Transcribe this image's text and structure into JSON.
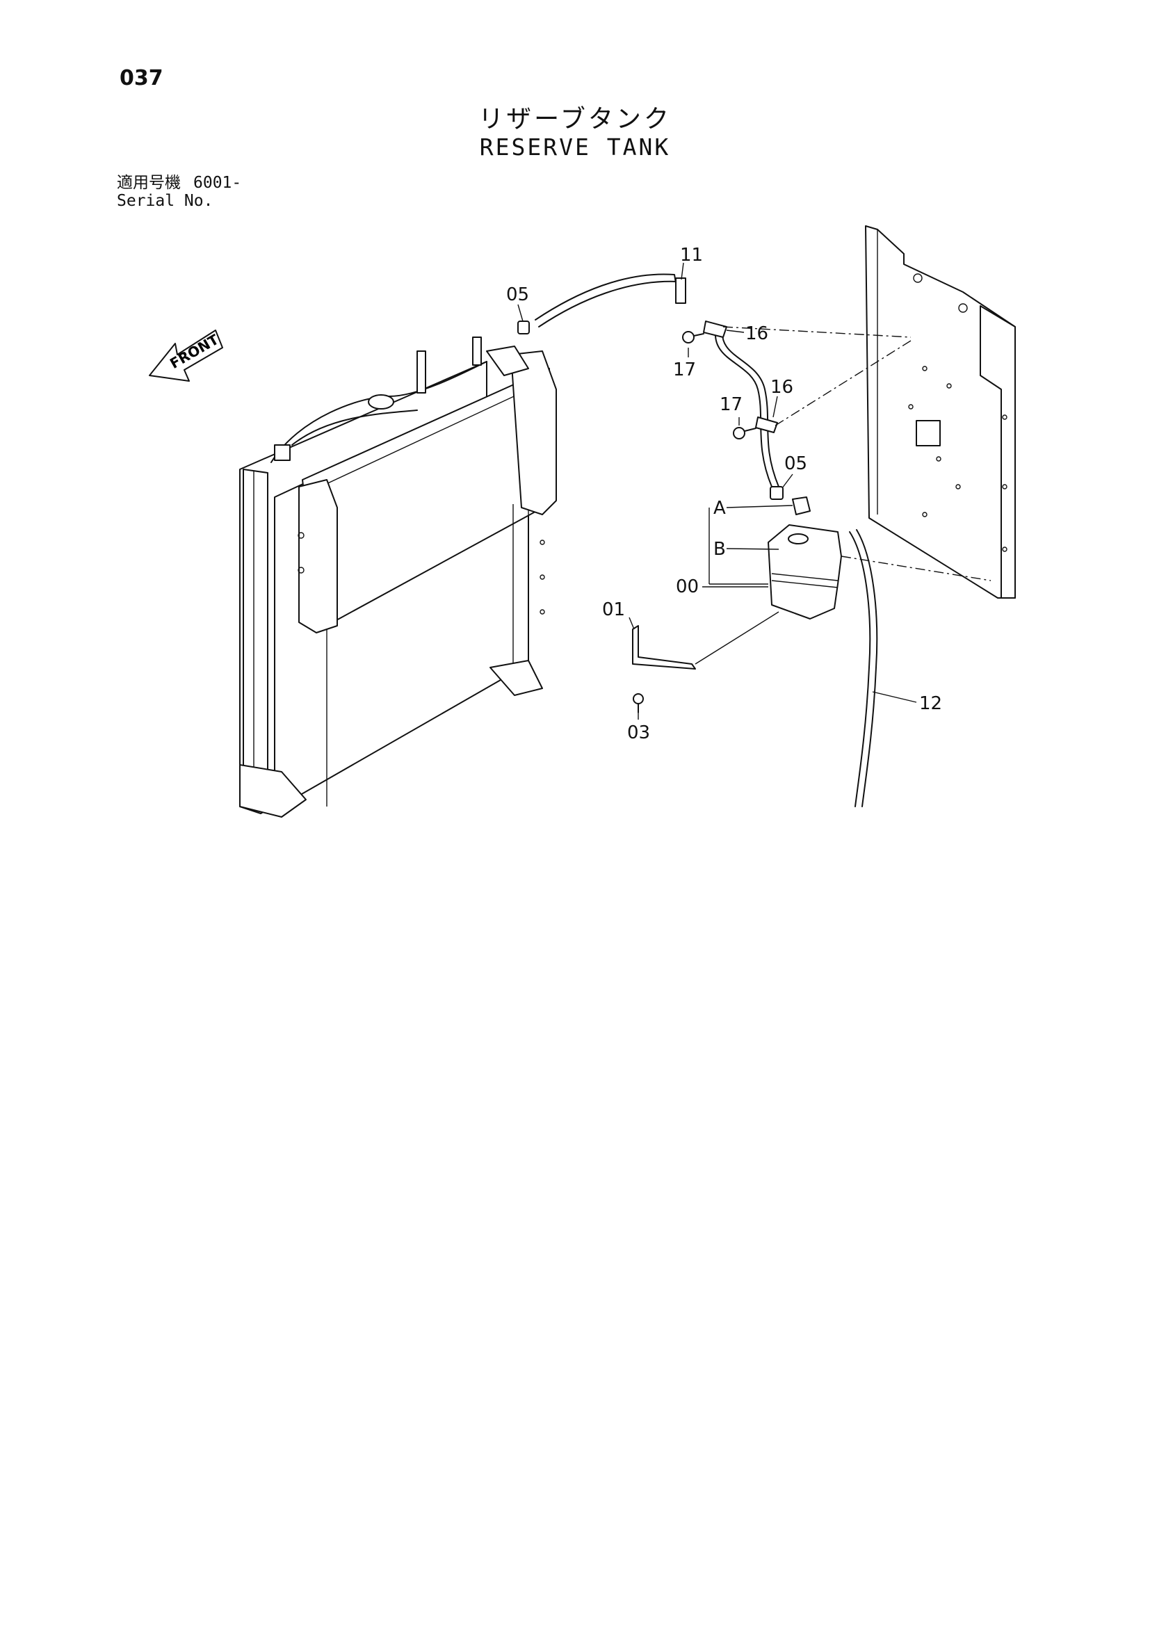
{
  "page": {
    "number": "037"
  },
  "title": {
    "japanese": "リザーブタンク",
    "english": "RESERVE TANK"
  },
  "serial": {
    "label_jp": "適用号機",
    "value": "6001-",
    "label_en": "Serial No."
  },
  "front_marker": "FRONT",
  "callouts": [
    {
      "id": "11",
      "text": "11"
    },
    {
      "id": "05a",
      "text": "05"
    },
    {
      "id": "16a",
      "text": "16"
    },
    {
      "id": "17a",
      "text": "17"
    },
    {
      "id": "17b",
      "text": "17"
    },
    {
      "id": "16b",
      "text": "16"
    },
    {
      "id": "05b",
      "text": "05"
    },
    {
      "id": "A",
      "text": "A"
    },
    {
      "id": "B",
      "text": "B"
    },
    {
      "id": "00",
      "text": "00"
    },
    {
      "id": "01",
      "text": "01"
    },
    {
      "id": "12",
      "text": "12"
    },
    {
      "id": "03",
      "text": "03"
    }
  ]
}
